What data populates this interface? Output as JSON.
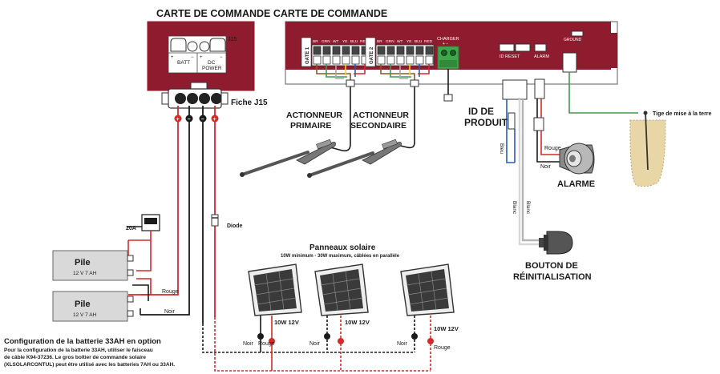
{
  "title": "CARTE DE COMMANDE CARTE DE COMMANDE",
  "colors": {
    "board": "#8e1b2e",
    "wire_red": "#d42a2a",
    "wire_black": "#1a1a1a",
    "wire_blue": "#2a5db0",
    "wire_green": "#3aa048",
    "wire_gray": "#b5b5b5",
    "wire_yellow": "#f2d21b",
    "terminal_green": "#3ea84a",
    "battery_fill": "#d9d9d9"
  },
  "j15": {
    "label": "J15",
    "batt": "BATT",
    "dc_power_line1": "DC",
    "dc_power_line2": "POWER",
    "plug_label": "Fiche J15",
    "plus": "+",
    "minus": "−"
  },
  "gate1": {
    "label": "GATE 1",
    "terminals": [
      "BR",
      "GRN",
      "WT",
      "YE",
      "BLU",
      "RED"
    ]
  },
  "gate2": {
    "label": "GATE 2",
    "terminals": [
      "BR",
      "GRN",
      "WT",
      "YE",
      "BLU",
      "RED"
    ]
  },
  "charger": {
    "label": "CHARGER",
    "pins": "+ −"
  },
  "id_reset": "ID  RESET",
  "alarm_port": "ALARM",
  "ground_port": "GROUND",
  "actuators": {
    "primary_line1": "ACTIONNEUR",
    "primary_line2": "PRIMAIRE",
    "secondary_line1": "ACTIONNEUR",
    "secondary_line2": "SECONDAIRE"
  },
  "product_id": {
    "line1": "ID DE",
    "line2": "PRODUIT"
  },
  "ground_rod": "Tige de mise à la terre",
  "alarm": {
    "label": "ALARME",
    "wire_red": "Rouge",
    "wire_black": "Noir"
  },
  "wire_bleu": "Bleu",
  "wire_blanc_1": "Blanc",
  "wire_blanc_2": "Blanc",
  "reset_button": {
    "line1": "BOUTON DE",
    "line2": "RÉINITIALISATION"
  },
  "fuse": "20A",
  "diode": "Diode",
  "batteries": [
    {
      "name": "Pile",
      "spec": "12 V 7 AH"
    },
    {
      "name": "Pile",
      "spec": "12 V 7 AH"
    }
  ],
  "battery_wire_red": "Rouge",
  "battery_wire_black": "Noir",
  "solar": {
    "title": "Panneaux solaire",
    "subtitle": "10W minimum - 30W maximum, câblées en parallèle",
    "panel_spec": "10W 12V",
    "wire_black": "Noir",
    "wire_red": "Rouge"
  },
  "config": {
    "title": "Configuration de la batterie 33AH en option",
    "line1": "Pour la configuration de la batterie 33AH, utiliser le faisceau",
    "line2": "de câble K94-37236. Le gros boîtier de commande solaire",
    "line3": "(XLSOLARCONTUL) peut être utilisé avec les batteries 7AH ou 33AH."
  }
}
